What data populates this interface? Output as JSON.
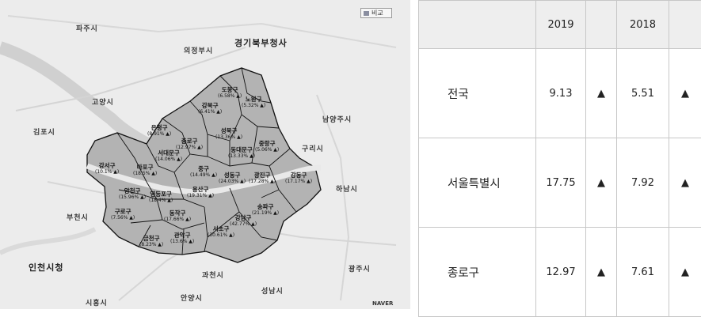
{
  "map": {
    "compare_button": "비교",
    "watermark": "NAVER",
    "towns": [
      {
        "name": "파주시",
        "big": false
      },
      {
        "name": "경기북부청사",
        "big": true
      },
      {
        "name": "의정부시",
        "big": false
      },
      {
        "name": "고양시",
        "big": false
      },
      {
        "name": "김포시",
        "big": false
      },
      {
        "name": "구리시",
        "big": false
      },
      {
        "name": "남양주시",
        "big": false
      },
      {
        "name": "하남시",
        "big": false
      },
      {
        "name": "부천시",
        "big": false
      },
      {
        "name": "인천시청",
        "big": true
      },
      {
        "name": "과천시",
        "big": false
      },
      {
        "name": "성남시",
        "big": false
      },
      {
        "name": "안양시",
        "big": false
      },
      {
        "name": "시흥시",
        "big": false
      },
      {
        "name": "광주시",
        "big": false
      }
    ],
    "districts": [
      {
        "name": "도봉구",
        "pct": "(6.58% ▲)"
      },
      {
        "name": "노원구",
        "pct": "(5.32% ▲)"
      },
      {
        "name": "강북구",
        "pct": "(6.41% ▲)"
      },
      {
        "name": "은평구",
        "pct": "(8.91% ▲)"
      },
      {
        "name": "성북구",
        "pct": "(13.36% ▲)"
      },
      {
        "name": "중랑구",
        "pct": "(5.06% ▲)"
      },
      {
        "name": "종로구",
        "pct": "(12.97% ▲)"
      },
      {
        "name": "서대문구",
        "pct": "(14.06% ▲)"
      },
      {
        "name": "동대문구",
        "pct": "(13.33% ▲)"
      },
      {
        "name": "강서구",
        "pct": "(10.1% ▲)"
      },
      {
        "name": "마포구",
        "pct": "(18.5% ▲)"
      },
      {
        "name": "중구",
        "pct": "(14.49% ▲)"
      },
      {
        "name": "성동구",
        "pct": "(24.03% ▲)"
      },
      {
        "name": "광진구",
        "pct": "(17.28% ▲)"
      },
      {
        "name": "강동구",
        "pct": "(17.17% ▲)"
      },
      {
        "name": "양천구",
        "pct": "(15.96% ▲)"
      },
      {
        "name": "영등포구",
        "pct": "(18.4% ▲)"
      },
      {
        "name": "용산구",
        "pct": "(19.31% ▲)"
      },
      {
        "name": "송파구",
        "pct": "(21.19% ▲)"
      },
      {
        "name": "구로구",
        "pct": "(7.56% ▲)"
      },
      {
        "name": "동작구",
        "pct": "(17.66% ▲)"
      },
      {
        "name": "강남구",
        "pct": "(42.77% ▲)"
      },
      {
        "name": "서초구",
        "pct": "(30.61% ▲)"
      },
      {
        "name": "관악구",
        "pct": "(13.6% ▲)"
      },
      {
        "name": "금천구",
        "pct": "(8.23% ▲)"
      }
    ]
  },
  "table": {
    "headers": [
      "",
      "2019",
      "",
      "2018",
      ""
    ],
    "rows": [
      {
        "region": "전국",
        "v2019": "9.13",
        "a2019": "▲",
        "v2018": "5.51",
        "a2018": "▲"
      },
      {
        "region": "서울특별시",
        "v2019": "17.75",
        "a2019": "▲",
        "v2018": "7.92",
        "a2018": "▲"
      },
      {
        "region": "종로구",
        "v2019": "12.97",
        "a2019": "▲",
        "v2018": "7.61",
        "a2018": "▲"
      }
    ]
  }
}
